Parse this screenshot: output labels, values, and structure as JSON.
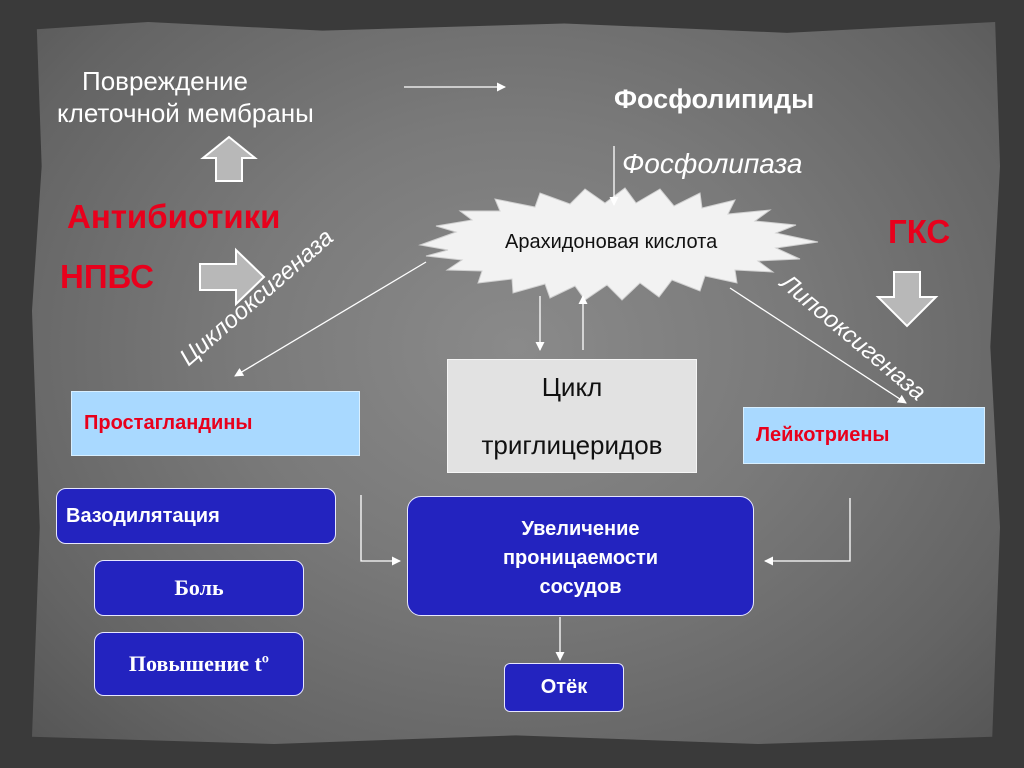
{
  "damage_line1": "Повреждение",
  "damage_line2": "клеточной мембраны",
  "phospholipids": "Фосфолипиды",
  "phospholipase": "Фосфолипаза",
  "arachidonic_acid": "Арахидоновая кислота",
  "antibiotics": "Антибиотики",
  "nsaid": "НПВС",
  "gcs": "ГКС",
  "cyclooxygenase": "Циклооксигеназа",
  "lipoxygenase": "Липооксигеназа",
  "prostaglandins": "Простагландины",
  "leukotrienes": "Лейкотриены",
  "cycle_line1": "Цикл",
  "cycle_line2": "триглицеридов",
  "vasodilation": "Вазодилятация",
  "pain": "Боль",
  "fever": "Повышение tº",
  "permeability_line1": "Увеличение",
  "permeability_line2": "проницаемости",
  "permeability_line3": "сосудов",
  "edema": "Отёк",
  "colors": {
    "red_label": "#e8001c",
    "navy_box": "#2323bf",
    "light_blue_box": "#a9d9ff",
    "light_gray_box": "#e2e2e2",
    "block_arrow": "#b5b5b5"
  }
}
